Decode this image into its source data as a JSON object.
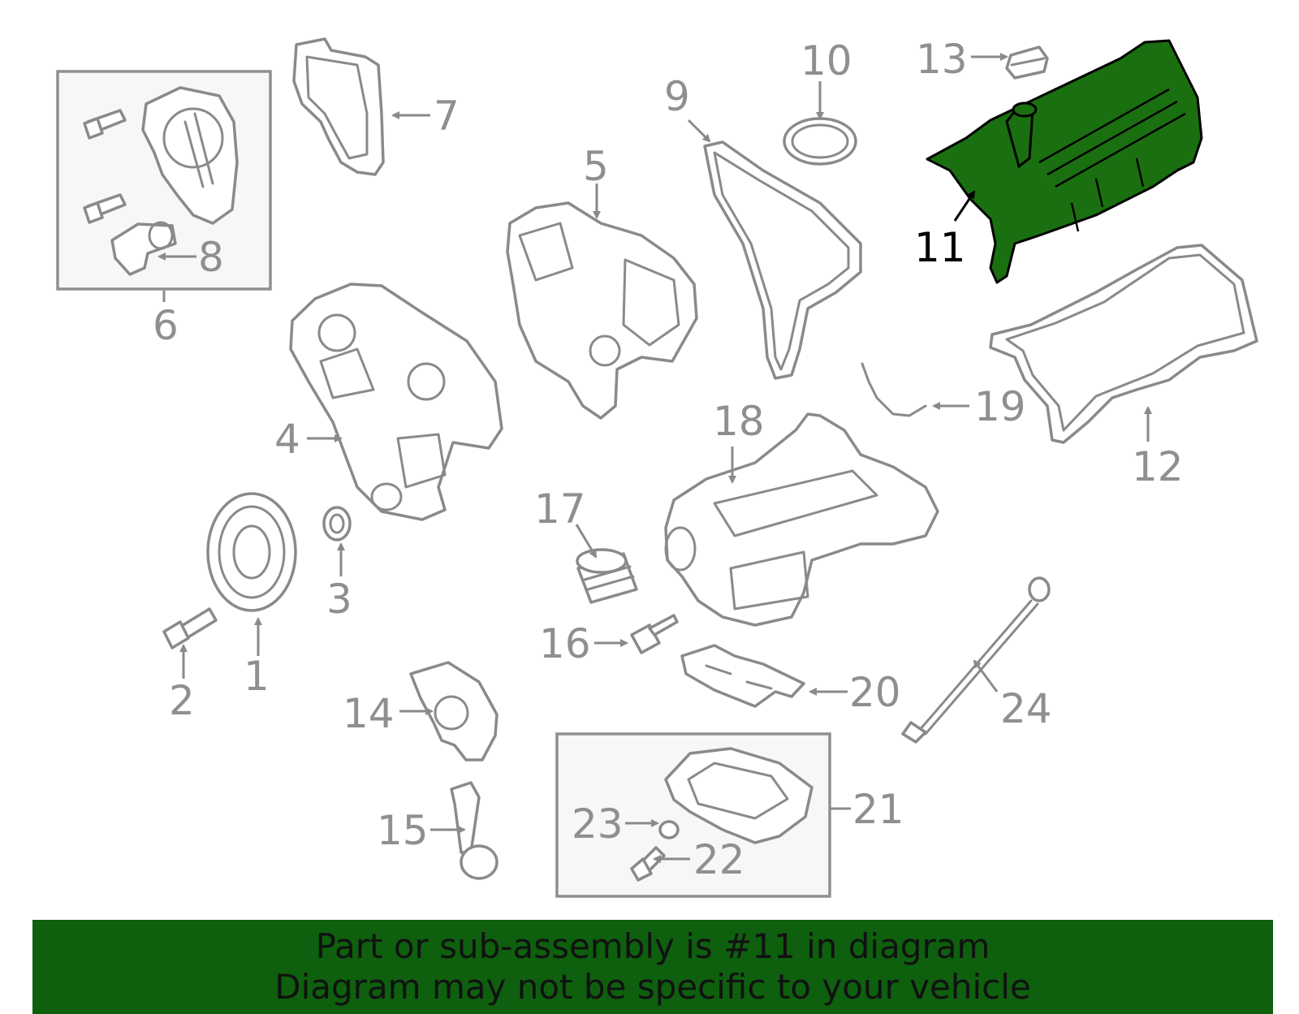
{
  "diagram": {
    "highlight_color": "#1a6f10",
    "callouts": [
      "1",
      "2",
      "3",
      "4",
      "5",
      "6",
      "7",
      "8",
      "9",
      "10",
      "11",
      "12",
      "13",
      "14",
      "15",
      "16",
      "17",
      "18",
      "19",
      "20",
      "21",
      "22",
      "23",
      "24"
    ],
    "highlighted_callout": "11"
  },
  "banner": {
    "line1": "Part or sub-assembly is #11 in diagram",
    "line2": "Diagram may not be specific to your vehicle",
    "background": "#0e5f0e"
  }
}
